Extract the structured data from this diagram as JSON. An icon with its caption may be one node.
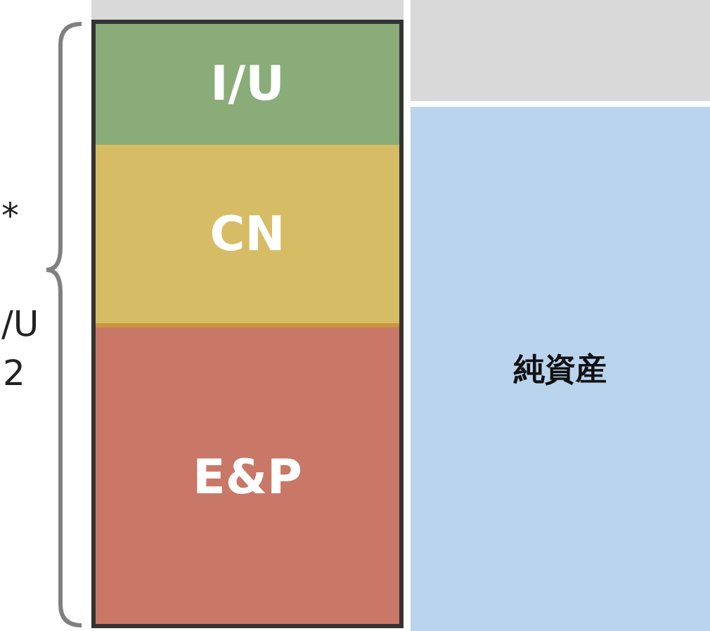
{
  "diagram": {
    "nodes": [
      {
        "text": [
          "I/U"
        ]
      },
      {
        "text": [
          "CN"
        ]
      },
      {
        "text": [
          "E&P"
        ]
      },
      {
        "text": [],
        "shape": "box"
      },
      {
        "text": [
          "純資産"
        ]
      }
    ],
    "labels": [
      "*",
      "/U",
      "2"
    ]
  }
}
